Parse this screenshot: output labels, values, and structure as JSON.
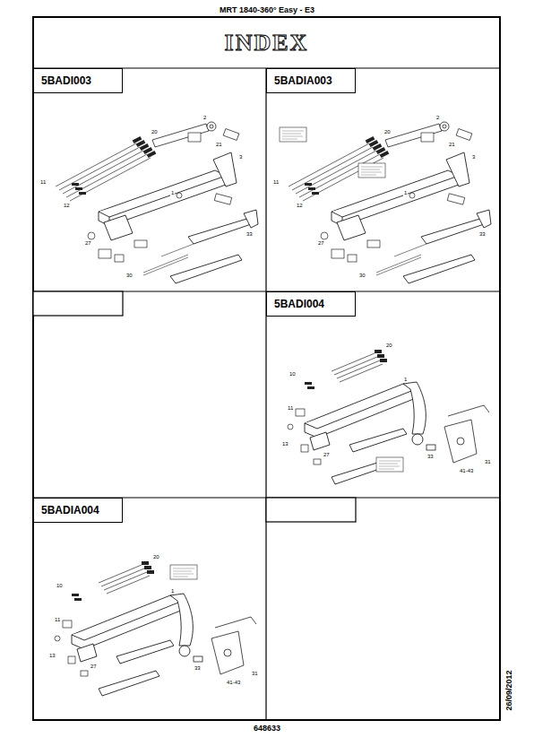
{
  "diagram": {
    "title": "MRT 1840-360° Easy - E3",
    "nodes": [
      {
        "text": [
          "INDEX"
        ]
      },
      {
        "text": [
          "5BADI003"
        ]
      },
      {
        "text": [
          "5BADIA003"
        ]
      },
      {
        "text": [
          "5BADI004"
        ]
      },
      {
        "text": [
          "5BADIA004"
        ]
      }
    ],
    "labels": [
      "648633",
      "26/09/2012",
      "1",
      "2",
      "3",
      "11",
      "12",
      "20",
      "21",
      "27",
      "30",
      "33",
      "1",
      "2",
      "3",
      "11",
      "12",
      "20",
      "21",
      "27",
      "30",
      "33",
      "1",
      "10",
      "11",
      "13",
      "20",
      "27",
      "31",
      "33",
      "41-43",
      "1",
      "10",
      "11",
      "13",
      "20",
      "27",
      "31",
      "33",
      "41-43"
    ]
  }
}
